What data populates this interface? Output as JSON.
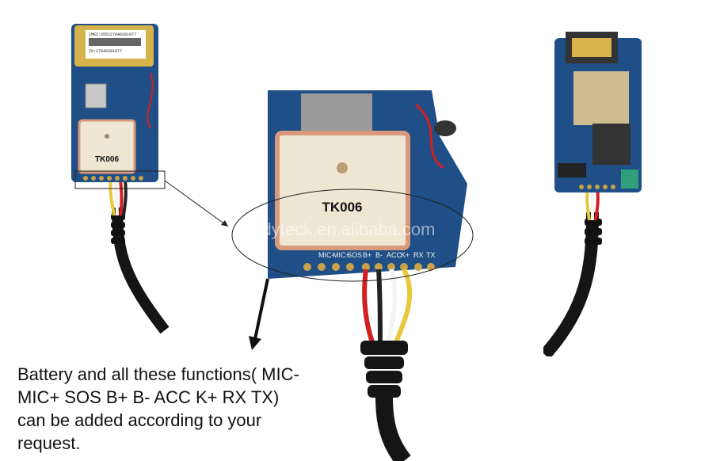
{
  "left_device": {
    "antenna_label": "TK006",
    "sticker_lines": [
      "IMEI:355227046281077",
      "ID:27046281077"
    ]
  },
  "center_closeup": {
    "antenna_label": "TK006",
    "watermark": "dyteck.en.alibaba.com",
    "pin_labels": [
      "MIC-",
      "MIC+",
      "SOS",
      "B+",
      "B-",
      "ACC",
      "K+",
      "RX",
      "TX"
    ]
  },
  "caption": {
    "text": "Battery and all these functions(  MIC-\nMIC+ SOS B+  B- ACC K+ RX TX)\ncan be added according to your\nrequest."
  },
  "colors": {
    "pcb_blue": "#1f4f86",
    "antenna_ceramic": "#efe6d3",
    "antenna_border": "#d89a7a",
    "wire_red": "#d21f1f",
    "wire_yellow": "#e8c93a",
    "wire_white": "#f4f4f4",
    "cable_black": "#151515"
  }
}
